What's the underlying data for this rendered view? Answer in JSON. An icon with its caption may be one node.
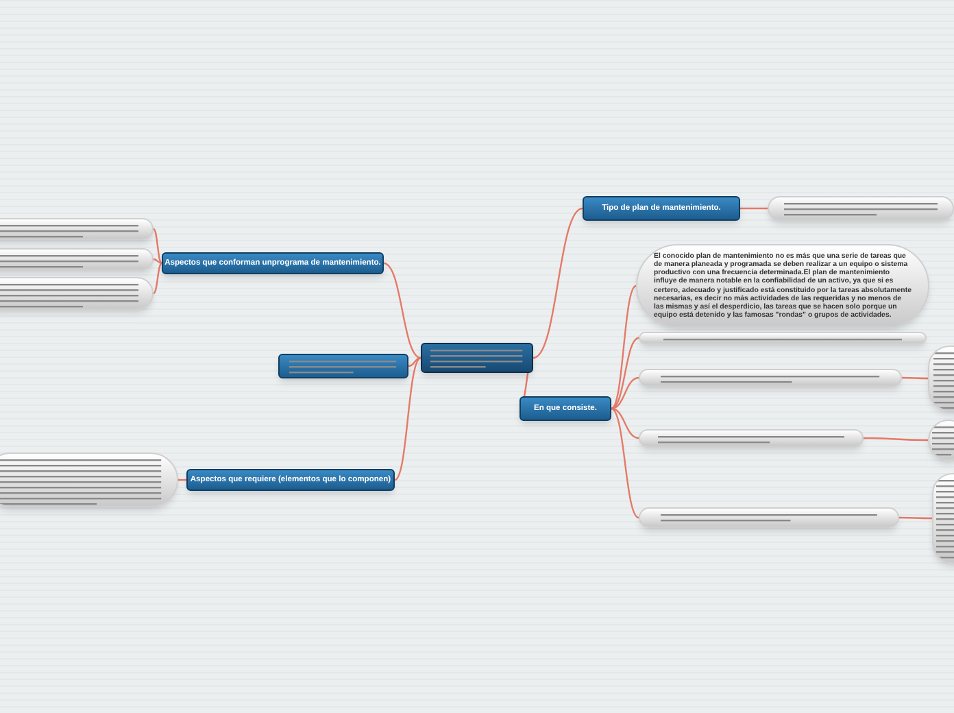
{
  "diagram": {
    "nodes": [
      {
        "text": [],
        "shape": "box"
      },
      {
        "text": [
          "Tipo de plan de mantenimiento."
        ]
      },
      {
        "text": [],
        "shape": "box"
      },
      {
        "text": [
          "En que consiste."
        ]
      },
      {
        "text": [
          "El conocido plan de mantenimiento no es más que una serie de tareas que de manera planeada y programada se deben realizar a un equipo o sistema productivo con una frecuencia determinada.El plan de mantenimiento influye de manera notable en la confiabilidad de un activo, ya que si es certero, adecuado y justificado está constituido por la tareas absolutamente necesarias, es decir no más actividades de las requeridas y no menos de las mismas y así el desperdicio, las tareas que se hacen solo porque un equipo está detenido y las famosas \"rondas\" o grupos de actividades."
        ]
      },
      {
        "text": [],
        "shape": "box"
      },
      {
        "text": [],
        "shape": "box"
      },
      {
        "text": [],
        "shape": "box"
      },
      {
        "text": [],
        "shape": "box"
      },
      {
        "text": [],
        "shape": "box"
      },
      {
        "text": [],
        "shape": "box"
      },
      {
        "text": [],
        "shape": "box"
      },
      {
        "text": [
          "Aspectos que conforman unprograma de mantenimiento."
        ]
      },
      {
        "text": [],
        "shape": "box"
      },
      {
        "text": [],
        "shape": "box"
      },
      {
        "text": [],
        "shape": "box"
      },
      {
        "text": [],
        "shape": "box"
      },
      {
        "text": [
          "Aspectos que requiere (elementos que lo componen)"
        ]
      },
      {
        "text": [],
        "shape": "box"
      }
    ],
    "edges": [
      {
        "from": 0,
        "to": 1,
        "arrow": "none"
      },
      {
        "from": 1,
        "to": 2,
        "arrow": "none"
      },
      {
        "from": 0,
        "to": 3,
        "arrow": "none"
      },
      {
        "from": 3,
        "to": 4,
        "arrow": "none"
      },
      {
        "from": 3,
        "to": 5,
        "arrow": "none"
      },
      {
        "from": 3,
        "to": 6,
        "arrow": "none"
      },
      {
        "from": 6,
        "to": 7,
        "arrow": "none"
      },
      {
        "from": 3,
        "to": 8,
        "arrow": "none"
      },
      {
        "from": 8,
        "to": 9,
        "arrow": "none"
      },
      {
        "from": 3,
        "to": 10,
        "arrow": "none"
      },
      {
        "from": 10,
        "to": 11,
        "arrow": "none"
      },
      {
        "from": 0,
        "to": 12,
        "arrow": "none"
      },
      {
        "from": 12,
        "to": 13,
        "arrow": "none"
      },
      {
        "from": 12,
        "to": 14,
        "arrow": "none"
      },
      {
        "from": 12,
        "to": 15,
        "arrow": "none"
      },
      {
        "from": 0,
        "to": 16,
        "arrow": "none"
      },
      {
        "from": 0,
        "to": 17,
        "arrow": "none"
      },
      {
        "from": 17,
        "to": 18,
        "arrow": "none"
      }
    ]
  }
}
